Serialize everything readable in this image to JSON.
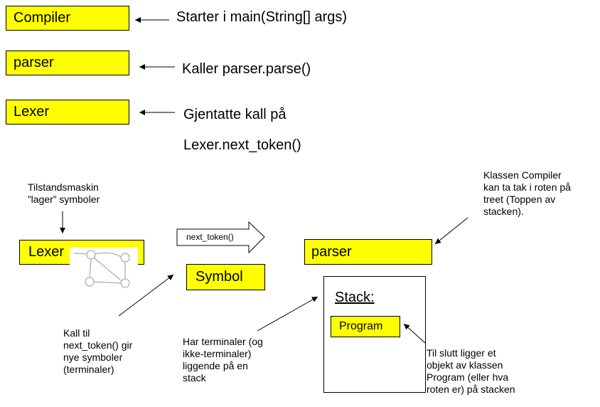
{
  "top": {
    "compiler_label": "Compiler",
    "compiler_note": "Starter i main(String[] args)",
    "parser_label": "parser",
    "parser_note": "Kaller parser.parse()",
    "lexer_label": "Lexer",
    "lexer_note_line1": "Gjentatte kall på",
    "lexer_note_line2": "Lexer.next_token()"
  },
  "bottom": {
    "state_machine_note": [
      "Tilstandsmaskin",
      "”lager” symboler"
    ],
    "lexer_label": "Lexer",
    "next_token_label": "next_token()",
    "symbol_label": "Symbol",
    "parser_label": "parser",
    "stack_title": "Stack:",
    "program_label": "Program",
    "compiler_note": [
      "Klassen Compiler",
      "kan ta tak i roten på",
      "treet (Toppen av",
      "stacken)."
    ],
    "call_note": [
      "Kall til",
      "next_token() gir",
      "nye symboler",
      "(terminaler)"
    ],
    "stack_note": [
      "Har terminaler (og",
      "ikke-terminaler)",
      "liggende på en",
      "stack"
    ],
    "result_note": [
      "Til slutt ligger et",
      "objekt av klassen",
      "Program (eller hva",
      "roten er) på stacken"
    ]
  },
  "colors": {
    "box_fill": "#ffff00",
    "stroke": "#000000"
  }
}
